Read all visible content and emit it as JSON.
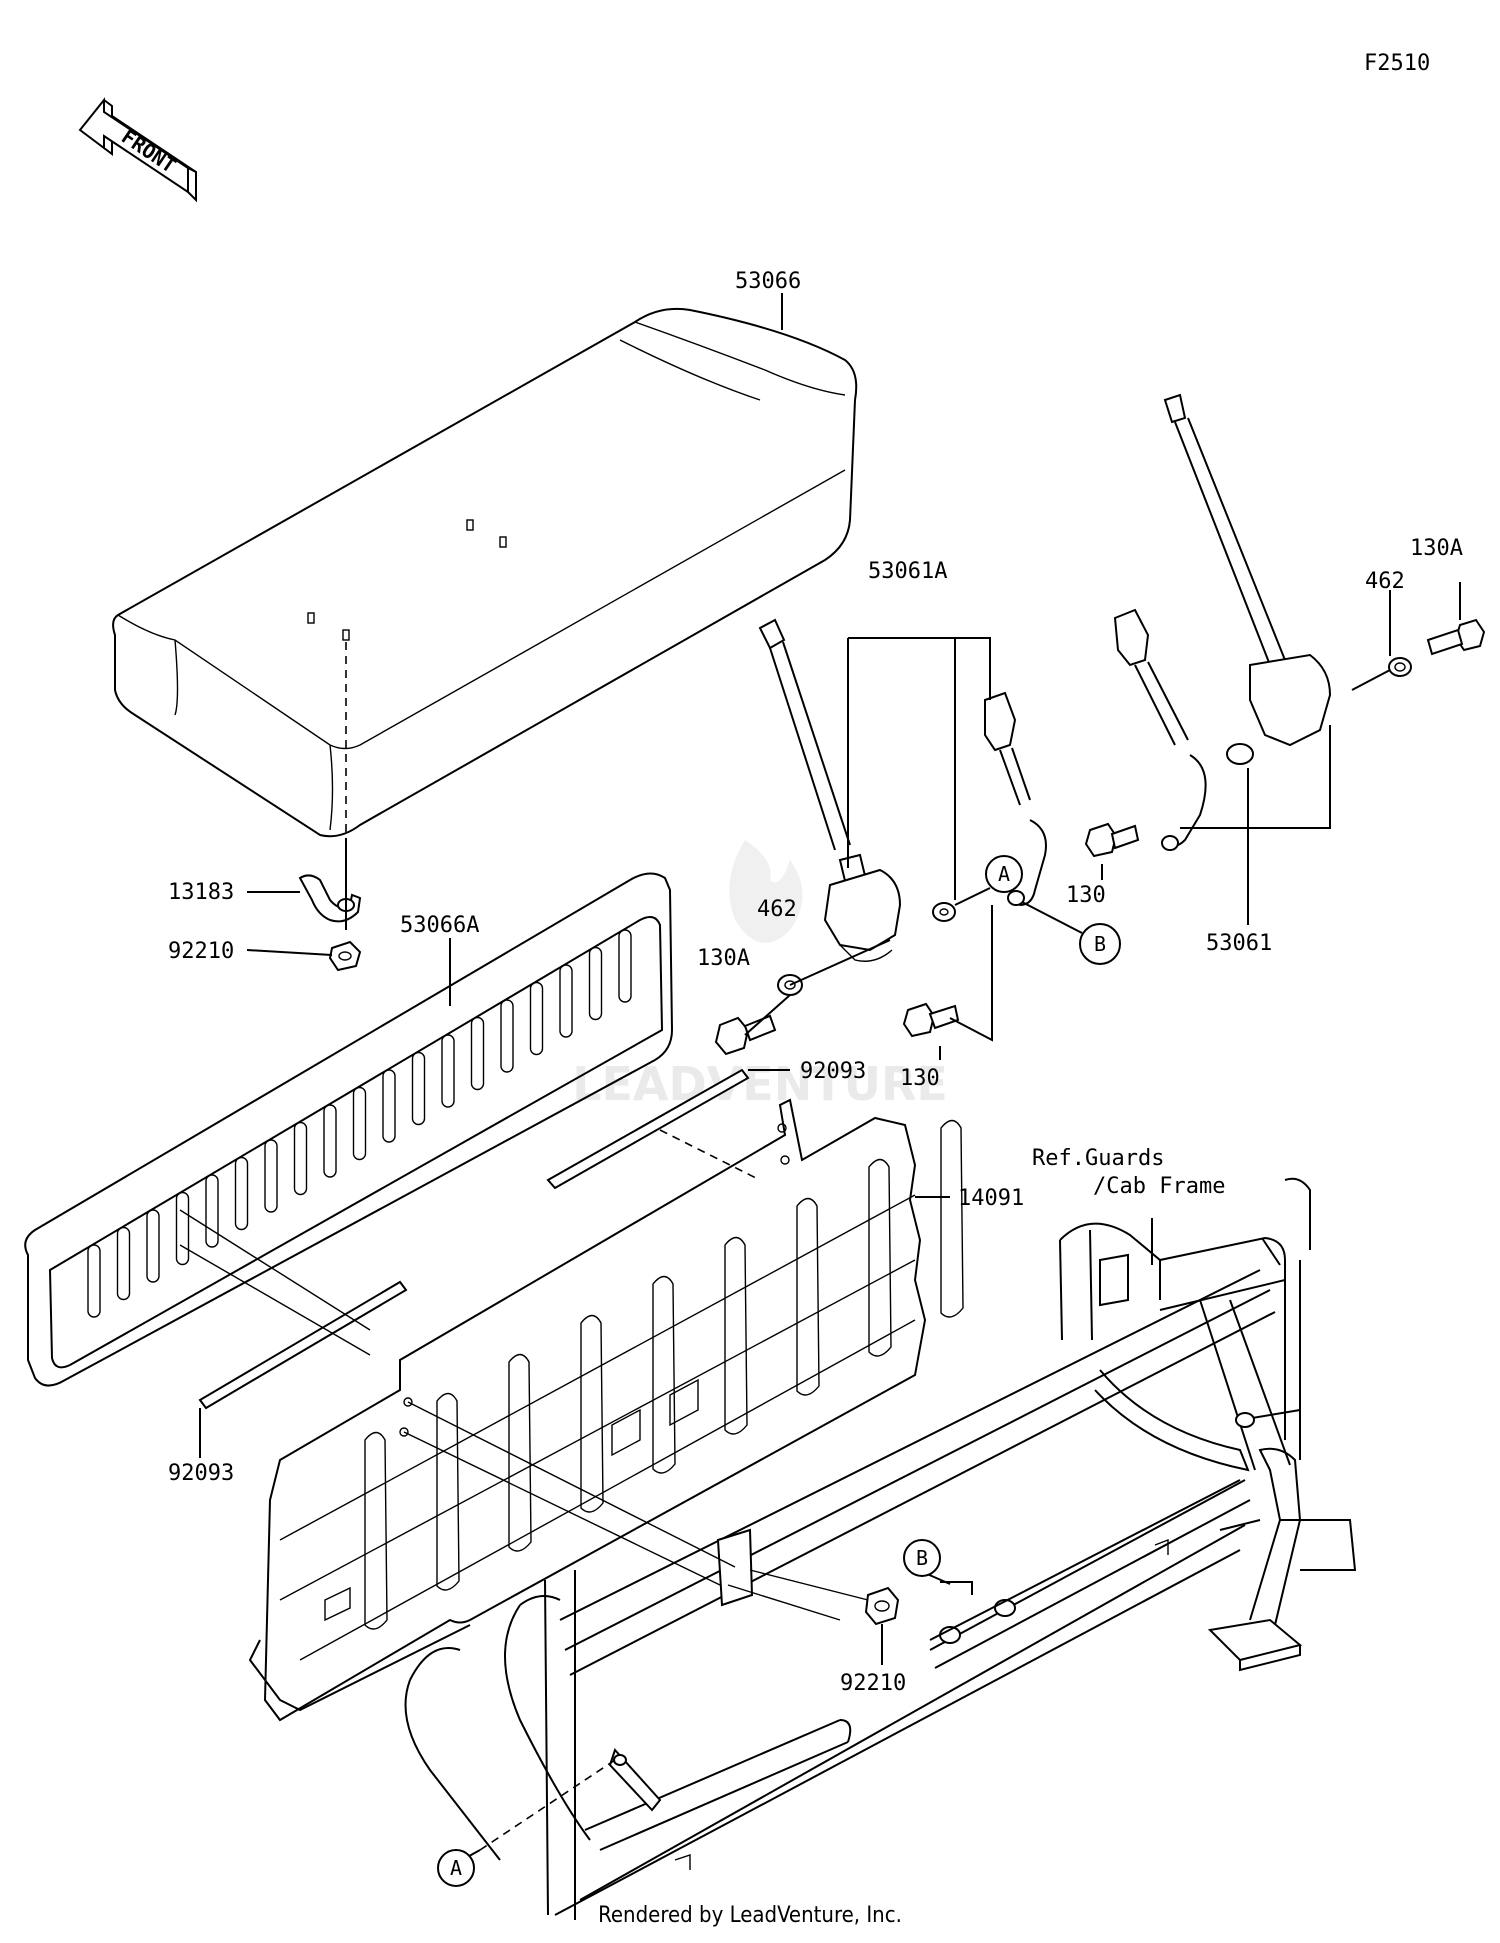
{
  "diagram": {
    "code": "F2510",
    "front_label": "FRONT",
    "footer": "Rendered by LeadVenture, Inc.",
    "watermark": "LEADVENTURE",
    "ref_note_line1": "Ref.Guards",
    "ref_note_line2": "/Cab Frame",
    "labels": {
      "p53066": "53066",
      "p53066A": "53066A",
      "p13183": "13183",
      "p92210_left": "92210",
      "p53061A": "53061A",
      "p462_mid": "462",
      "p130A_mid": "130A",
      "p130_mid": "130",
      "p92093_top": "92093",
      "p92093_bottom": "92093",
      "p14091": "14091",
      "p92210_bottom": "92210",
      "p130_right": "130",
      "p53061": "53061",
      "p462_right": "462",
      "p130A_right": "130A"
    },
    "callouts": {
      "a_upper": "A",
      "b_upper": "B",
      "b_lower": "B",
      "a_lower": "A"
    }
  }
}
